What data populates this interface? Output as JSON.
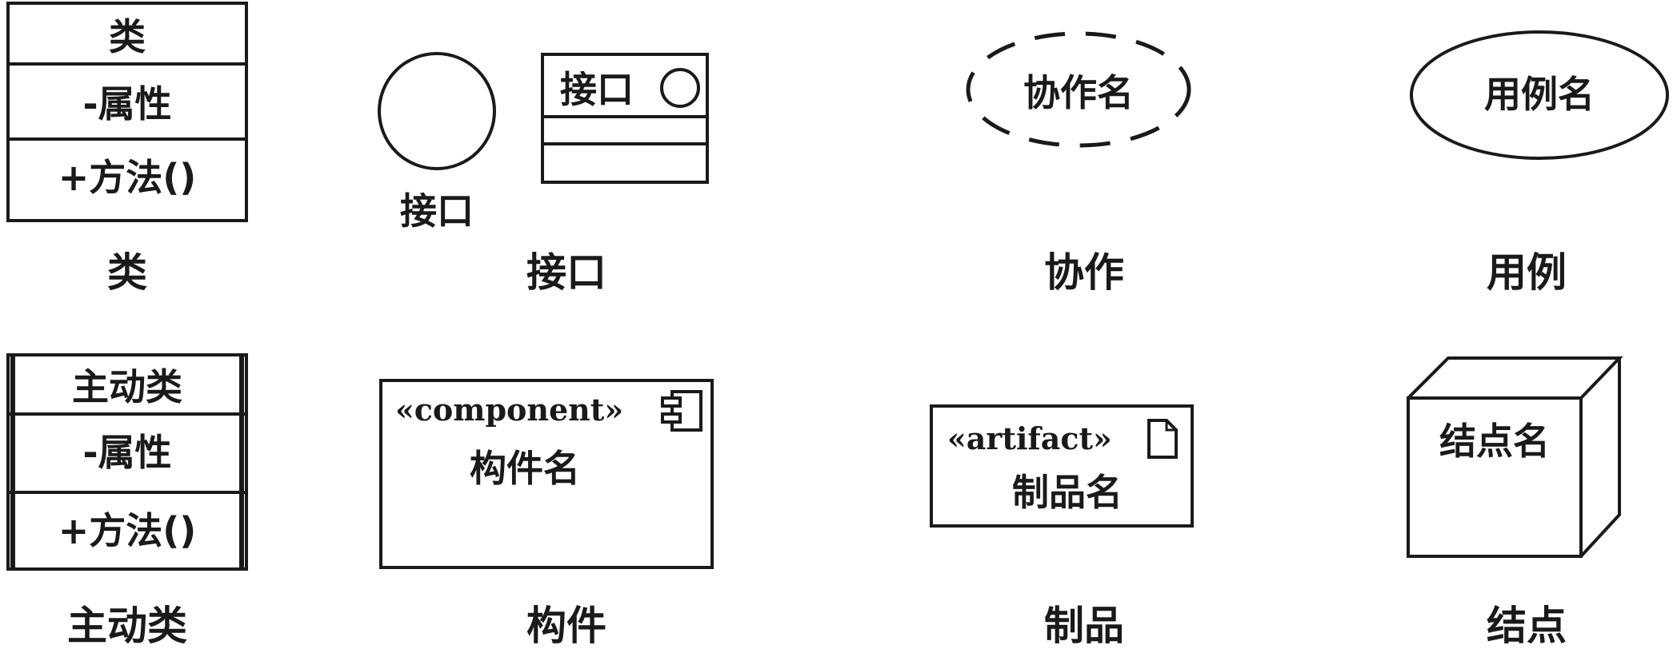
{
  "class": {
    "name": "类",
    "attribute": "-属性",
    "method": "+方法()",
    "caption": "类"
  },
  "interface": {
    "lollipop_label": "接口",
    "box_name": "接口",
    "caption": "接口"
  },
  "collaboration": {
    "name": "协作名",
    "caption": "协作"
  },
  "use_case": {
    "name": "用例名",
    "caption": "用例"
  },
  "active_class": {
    "name": "主动类",
    "attribute": "-属性",
    "method": "+方法()",
    "caption": "主动类"
  },
  "component": {
    "stereotype": "«component»",
    "name": "构件名",
    "caption": "构件"
  },
  "artifact": {
    "stereotype": "«artifact»",
    "name": "制品名",
    "caption": "制品"
  },
  "node": {
    "name": "结点名",
    "caption": "结点"
  }
}
